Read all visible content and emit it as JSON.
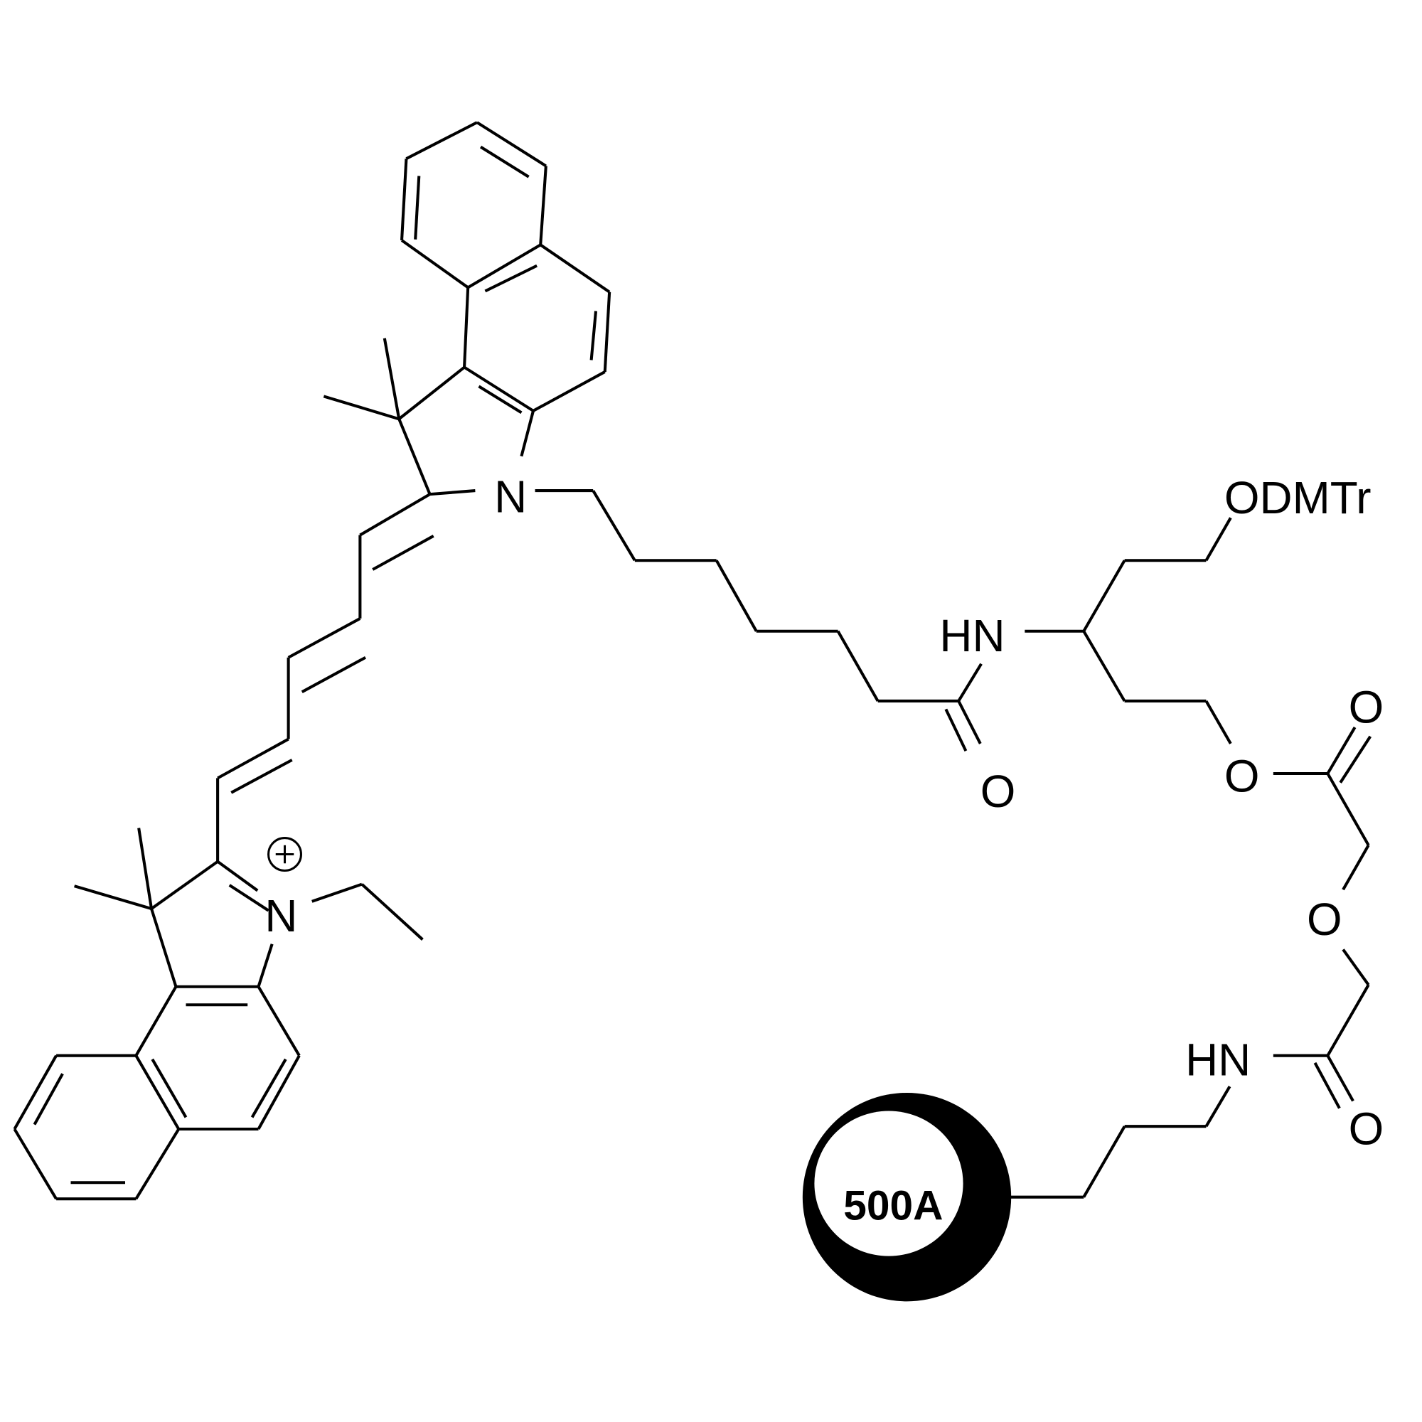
{
  "diagram": {
    "type": "chemical-structure",
    "description": "Cyanine dye (Cy5.5-like benzindole polymethine) phosphoramidite-style linker on solid support",
    "colors": {
      "ink": "#000000",
      "background": "#ffffff"
    },
    "atoms": {
      "n_upper": "N",
      "n_lower": "N",
      "charge": "+",
      "amide_hn_1": "HN",
      "amide_o_1": "O",
      "odmtr": "ODMTr",
      "ester_o_link": "O",
      "ester_o_carbonyl": "O",
      "ether_o": "O",
      "amide_hn_2": "HN",
      "amide_o_2": "O"
    },
    "bead": {
      "label": "500A",
      "semantic": "controlled-pore-glass-support"
    }
  }
}
